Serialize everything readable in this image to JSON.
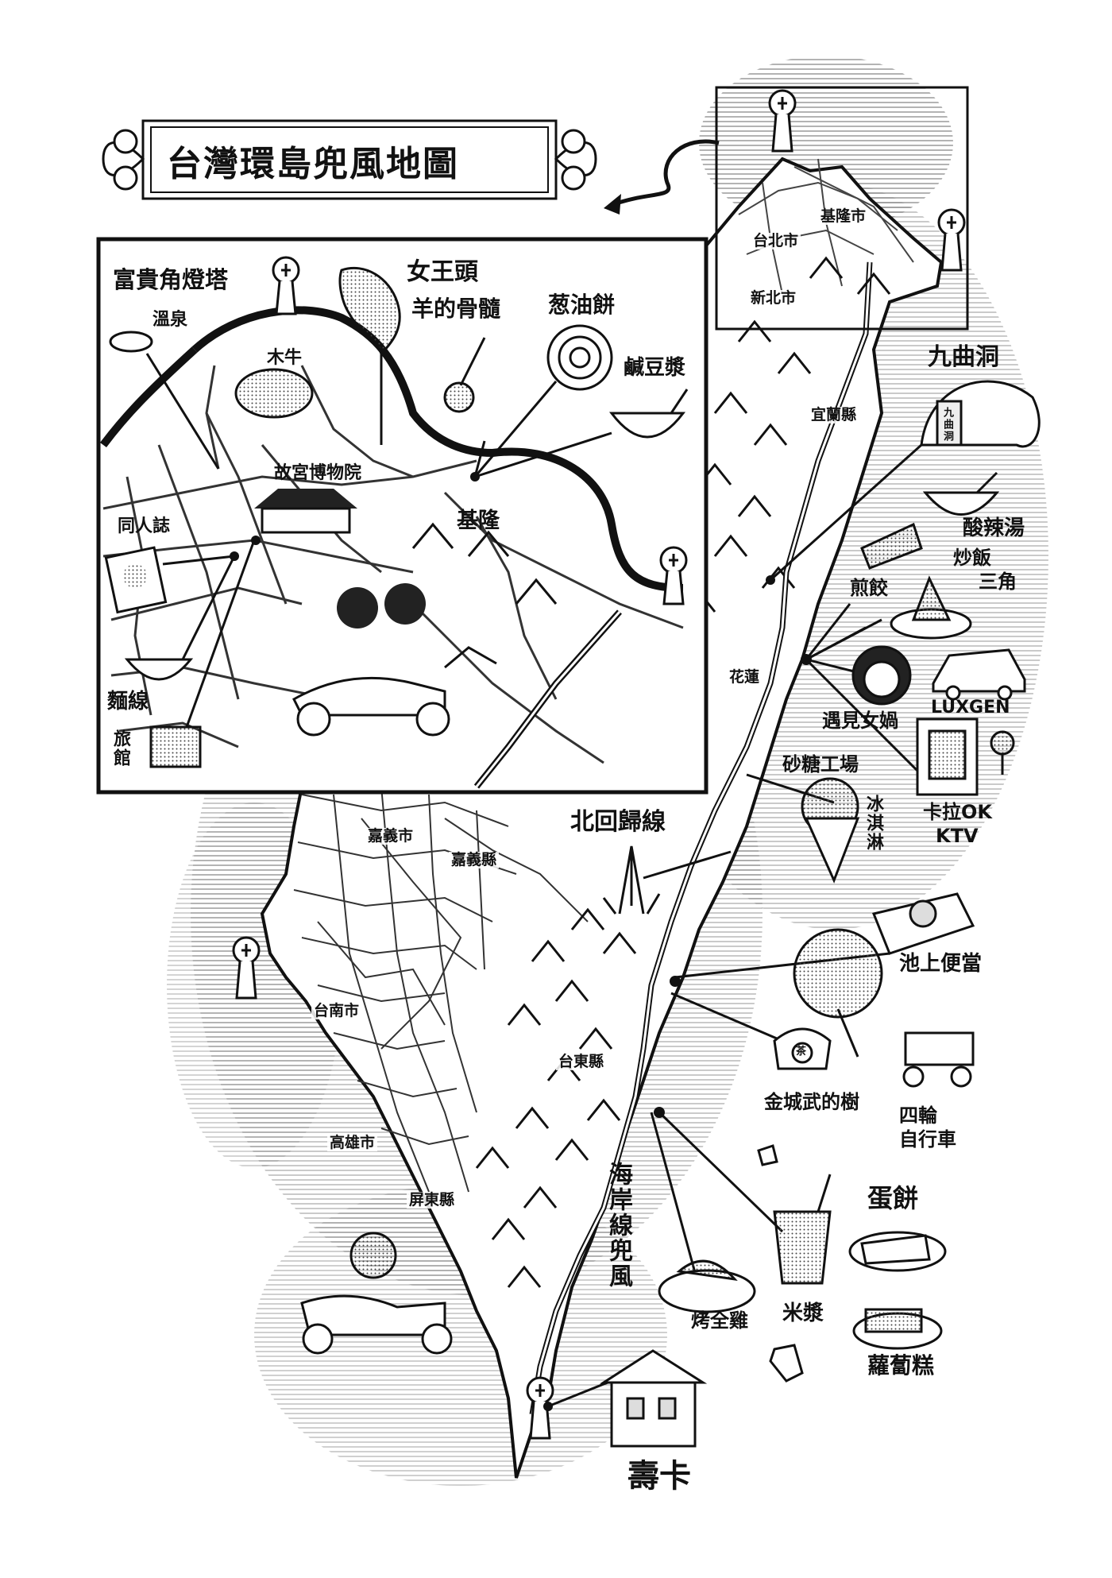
{
  "title": "台灣環島兜風地圖",
  "cities": {
    "keelung_city": "基隆市",
    "taipei_city": "台北市",
    "new_taipei_city": "新北市",
    "yilan_county": "宜蘭縣",
    "hualien": "花蓮",
    "chiayi_city": "嘉義市",
    "chiayi_county": "嘉義縣",
    "tainan_city": "台南市",
    "kaohsiung_city": "高雄市",
    "pingtung_county": "屏東縣",
    "taitung_county": "台東縣"
  },
  "inset": {
    "fuguijiao_lighthouse": "富貴角燈塔",
    "hot_spring": "溫泉",
    "queens_head": "女王頭",
    "lamb_bone_marrow": "羊的骨髓",
    "scallion_pancake": "葱油餅",
    "salty_soy_milk": "鹹豆漿",
    "palace_museum": "故宮博物院",
    "keelung": "基隆",
    "doujinshi": "同人誌",
    "noodles": "麵線",
    "hotel": "旅館",
    "bear_sign": "木牛"
  },
  "east": {
    "jiuqu_cave": "九曲洞",
    "jiuqu_cave_sign": "九曲洞",
    "hot_sour_soup": "酸辣湯",
    "fried_rice_triangle_1": "炒飯",
    "fried_rice_triangle_2": "三角",
    "dumplings": "煎餃",
    "luxgen": "LUXGEN",
    "meet_nuwa": "遇見女媧",
    "sugar_factory": "砂糖工場",
    "ice_cream": "冰淇淋",
    "karaoke": "卡拉OK",
    "ktv": "KTV",
    "tropic_line": "北回歸線",
    "chishang_bento": "池上便當",
    "kaneshiro_tree": "金城武的樹",
    "four_wheel_bike_1": "四輪",
    "four_wheel_bike_2": "自行車",
    "egg_cake": "蛋餅",
    "coastal_drive": "海岸線兜風",
    "roast_chicken": "烤全雞",
    "rice_milk": "米漿",
    "radish_cake": "蘿蔔糕",
    "kenting": "壽卡",
    "tea_mark": "茶"
  }
}
